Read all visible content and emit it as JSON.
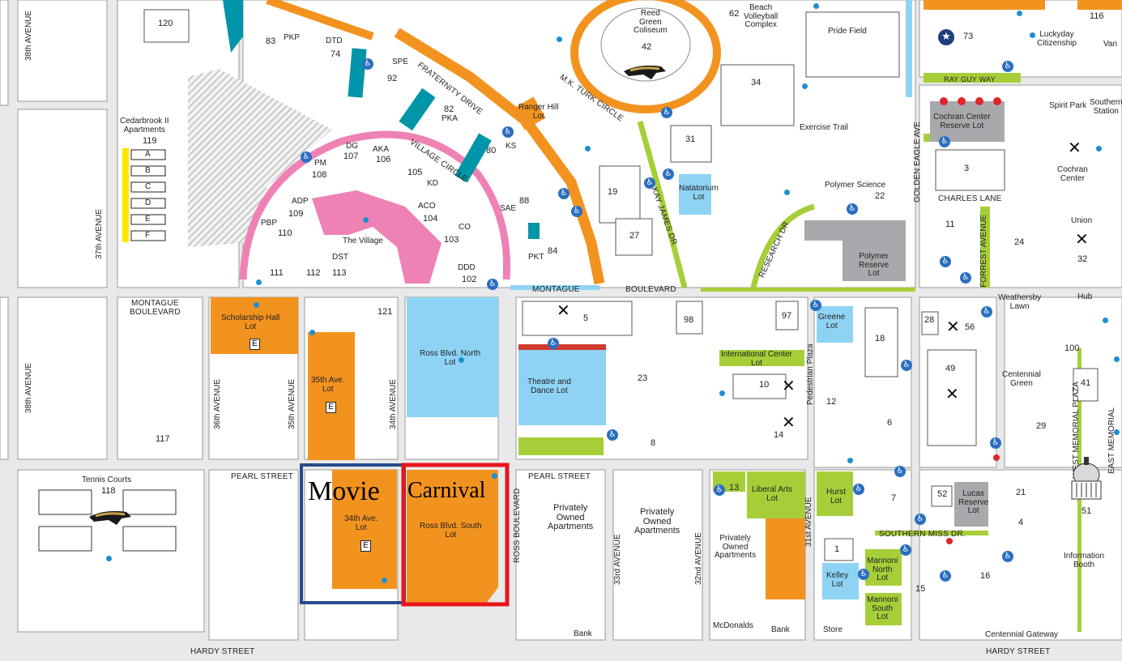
{
  "colors": {
    "background": "#e9e9e9",
    "building": "#ffffff",
    "parking_orange": "#f3931f",
    "parking_blue": "#8fd3f4",
    "parking_green": "#a6ce39",
    "parking_teal": "#0095a8",
    "village_pink": "#ee82b4",
    "gray_lot": "#a7a9ac",
    "movie_box": "#2a4a8c",
    "carnival_box": "#e8141c"
  },
  "annotations": {
    "movie": "Movie",
    "carnival": "Carnival"
  },
  "streets": {
    "montague_left": "MONTAGUE\nBOULEVARD",
    "montague_mid": "MONTAGUE",
    "boulevard_mid": "BOULEVARD",
    "pearl_left": "PEARL STREET",
    "pearl_right": "PEARL STREET",
    "hardy_left": "HARDY STREET",
    "hardy_right": "HARDY STREET",
    "ave38_top": "38th AVENUE",
    "ave38_mid": "38th AVENUE",
    "ave37": "37th AVENUE",
    "ave36": "36th AVENUE",
    "ave35": "35th AVENUE",
    "ave34": "34th AVENUE",
    "ross_blvd": "ROSS BOULEVARD",
    "ave33": "33rd AVENUE",
    "ave32": "32nd AVENUE",
    "ave31": "31st AVENUE",
    "golden_eagle": "GOLDEN EAGLE AVE",
    "forrest": "FORREST AVENUE",
    "west_memorial": "WEST MEMORIAL PLAZA",
    "east_memorial": "EAST MEMORIAL",
    "fraternity": "FRATERNITY DRIVE",
    "village_circle": "VILLAGE CIRCLE",
    "mk_turk": "M.K. TURK CIRCLE",
    "kay_james": "KAY JAMES DR",
    "research": "RESEARCH DR",
    "charles_lane": "CHARLES LANE",
    "ray_guy": "RAY GUY WAY",
    "southern_miss": "SOUTHERN MISS DR.",
    "pedestrian": "Pedestrian Plaza"
  },
  "labels": {
    "b120": "120",
    "b83": "83",
    "pkp": "PKP",
    "dtd": "DTD",
    "b74": "74",
    "spe": "SPE",
    "b92": "92",
    "b82": "82",
    "pka": "PKA",
    "ranger_hill": "Ranger Hill\nLot",
    "reed_green": "Reed\nGreen\nColiseum",
    "b42": "42",
    "b62": "62",
    "beach_volleyball": "Beach\nVolleyball\nComplex",
    "pride_field": "Pride Field",
    "b73": "73",
    "luckyday": "Luckyday\nCitizenship",
    "van": "Van",
    "b116": "116",
    "b34": "34",
    "exercise_trail": "Exercise Trail",
    "spirit_park": "Spirit Park",
    "southern_station": "Southern\nStation",
    "cochran_reserve": "Cochran Center\nReserve Lot",
    "b3": "3",
    "cochran_center": "Cochran\nCenter",
    "cedarbrook": "Cedarbrook II\nApartments",
    "b119": "119",
    "cb_a": "A",
    "cb_b": "B",
    "cb_c": "C",
    "cb_d": "D",
    "cb_e": "E",
    "cb_f": "F",
    "dg": "DG",
    "b107": "107",
    "aka": "AKA",
    "b106": "106",
    "pm": "PM",
    "b108": "108",
    "b105": "105",
    "kd": "KD",
    "adp": "ADP",
    "b109": "109",
    "aco": "ACO",
    "b104": "104",
    "pbp": "PBP",
    "b110": "110",
    "the_village": "The Village",
    "co": "CO",
    "b103": "103",
    "dst": "DST",
    "b111": "111",
    "b112": "112",
    "b113": "113",
    "ddd": "DDD",
    "b102": "102",
    "b80": "80",
    "ks": "KS",
    "b88": "88",
    "sae": "SAE",
    "pkt": "PKT",
    "b84": "84",
    "b31": "31",
    "b19": "19",
    "b27": "27",
    "natatorium": "Natatorium\nLot",
    "polymer_science": "Polymer Science",
    "b22": "22",
    "polymer_reserve": "Polymer\nReserve\nLot",
    "b11": "11",
    "b24": "24",
    "union": "Union",
    "b32": "32",
    "hub": "Hub",
    "weathersby": "Weathersby\nLawn",
    "b28": "28",
    "b56": "56",
    "b100": "100",
    "scholarship": "Scholarship Hall\nLot",
    "b121": "121",
    "ross_north": "Ross Blvd. North\nLot",
    "b5": "5",
    "b98": "98",
    "b97": "97",
    "greene": "Greene\nLot",
    "b18": "18",
    "ave35_lot": "35th Ave.\nLot",
    "theatre": "Theatre and\nDance Lot",
    "b23": "23",
    "intl_center": "International Center\nLot",
    "b10": "10",
    "b12": "12",
    "b6": "6",
    "b49": "49",
    "centennial_green": "Centennial\nGreen",
    "b41": "41",
    "b29": "29",
    "b117": "117",
    "b8": "8",
    "b14": "14",
    "tennis": "Tennis Courts",
    "b118": "118",
    "ave34_lot": "34th Ave.\nLot",
    "ross_south": "Ross Blvd. South\nLot",
    "private1": "Privately\nOwned\nApartments",
    "private2": "Privately\nOwned\nApartments",
    "b13": "13",
    "liberal_arts": "Liberal Arts\nLot",
    "hurst": "Hurst\nLot",
    "b7": "7",
    "b52": "52",
    "lucas": "Lucas\nReserve\nLot",
    "b21": "21",
    "b4": "4",
    "b51": "51",
    "private3": "Privately\nOwned\nApartments",
    "b1": "1",
    "kelley": "Kelley\nLot",
    "mannoni_north": "Mannoni\nNorth\nLot",
    "b15": "15",
    "b16": "16",
    "info_booth": "Information\nBooth",
    "mannoni_south": "Mannoni\nSouth\nLot",
    "bank1": "Bank",
    "mcdonalds": "McDonalds",
    "bank2": "Bank",
    "store": "Store",
    "centennial_gateway": "Centennial Gateway",
    "e_letter": "E"
  },
  "icons": {
    "accessible": "accessible-parking-icon",
    "food": "fork-knife-icon",
    "info": "info-dot-icon",
    "eagle": "golden-eagle-logo-icon",
    "star": "star-badge-icon",
    "dome": "dome-building-icon"
  },
  "glyphs": {
    "accessible": "♿",
    "food": "✕",
    "star": "★"
  }
}
